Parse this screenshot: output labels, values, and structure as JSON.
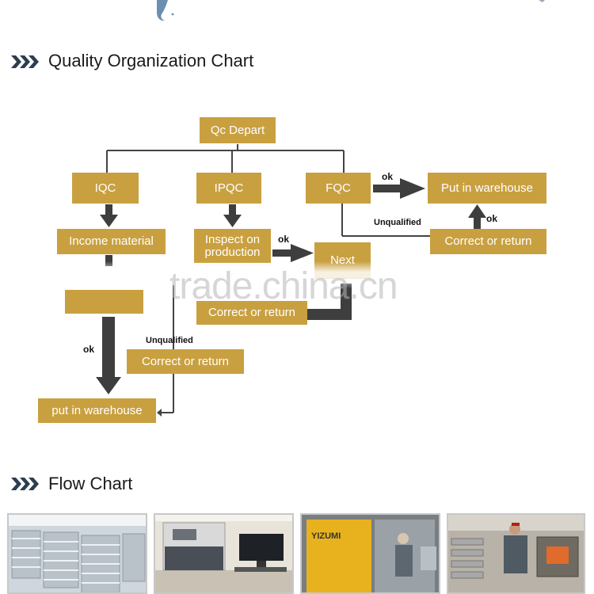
{
  "colors": {
    "box": "#c9a040",
    "box_text": "#ffffff",
    "line": "#444444",
    "arrow": "#3e3e3e",
    "heading_icon": "#2c3e50"
  },
  "sections": {
    "quality": {
      "title": "Quality Organization Chart",
      "icon": "triple-chevron-icon"
    },
    "flow": {
      "title": "Flow Chart",
      "icon": "triple-chevron-icon"
    }
  },
  "chart": {
    "qc_depart": "Qc Depart",
    "iqc": "IQC",
    "ipqc": "IPQC",
    "fqc": "FQC",
    "income_material": "Income material",
    "inspect_on_production": "Inspect on production",
    "next": "Next",
    "put_in_warehouse_fqc": "Put in warehouse",
    "correct_or_return_fqc": "Correct or return",
    "correct_or_return_ipqc": "Correct or return",
    "correct_or_return_iqc": "Correct or return",
    "put_in_warehouse_iqc": "put in warehouse",
    "ok_fqc": "ok",
    "ok_fqc_return": "ok",
    "ok_ipqc": "ok",
    "ok_iqc": "ok",
    "unqualified_fqc": "Unqualified",
    "unqualified_iqc": "Unqualified"
  },
  "watermark": "trade.china.cn",
  "photos": [
    {
      "name": "aluminium-ingots-photo"
    },
    {
      "name": "spectrometer-lab-photo"
    },
    {
      "name": "yizumi-machine-photo"
    },
    {
      "name": "worker-furnace-photo"
    }
  ],
  "photo_text": {
    "yizumi": "YIZUMI"
  }
}
